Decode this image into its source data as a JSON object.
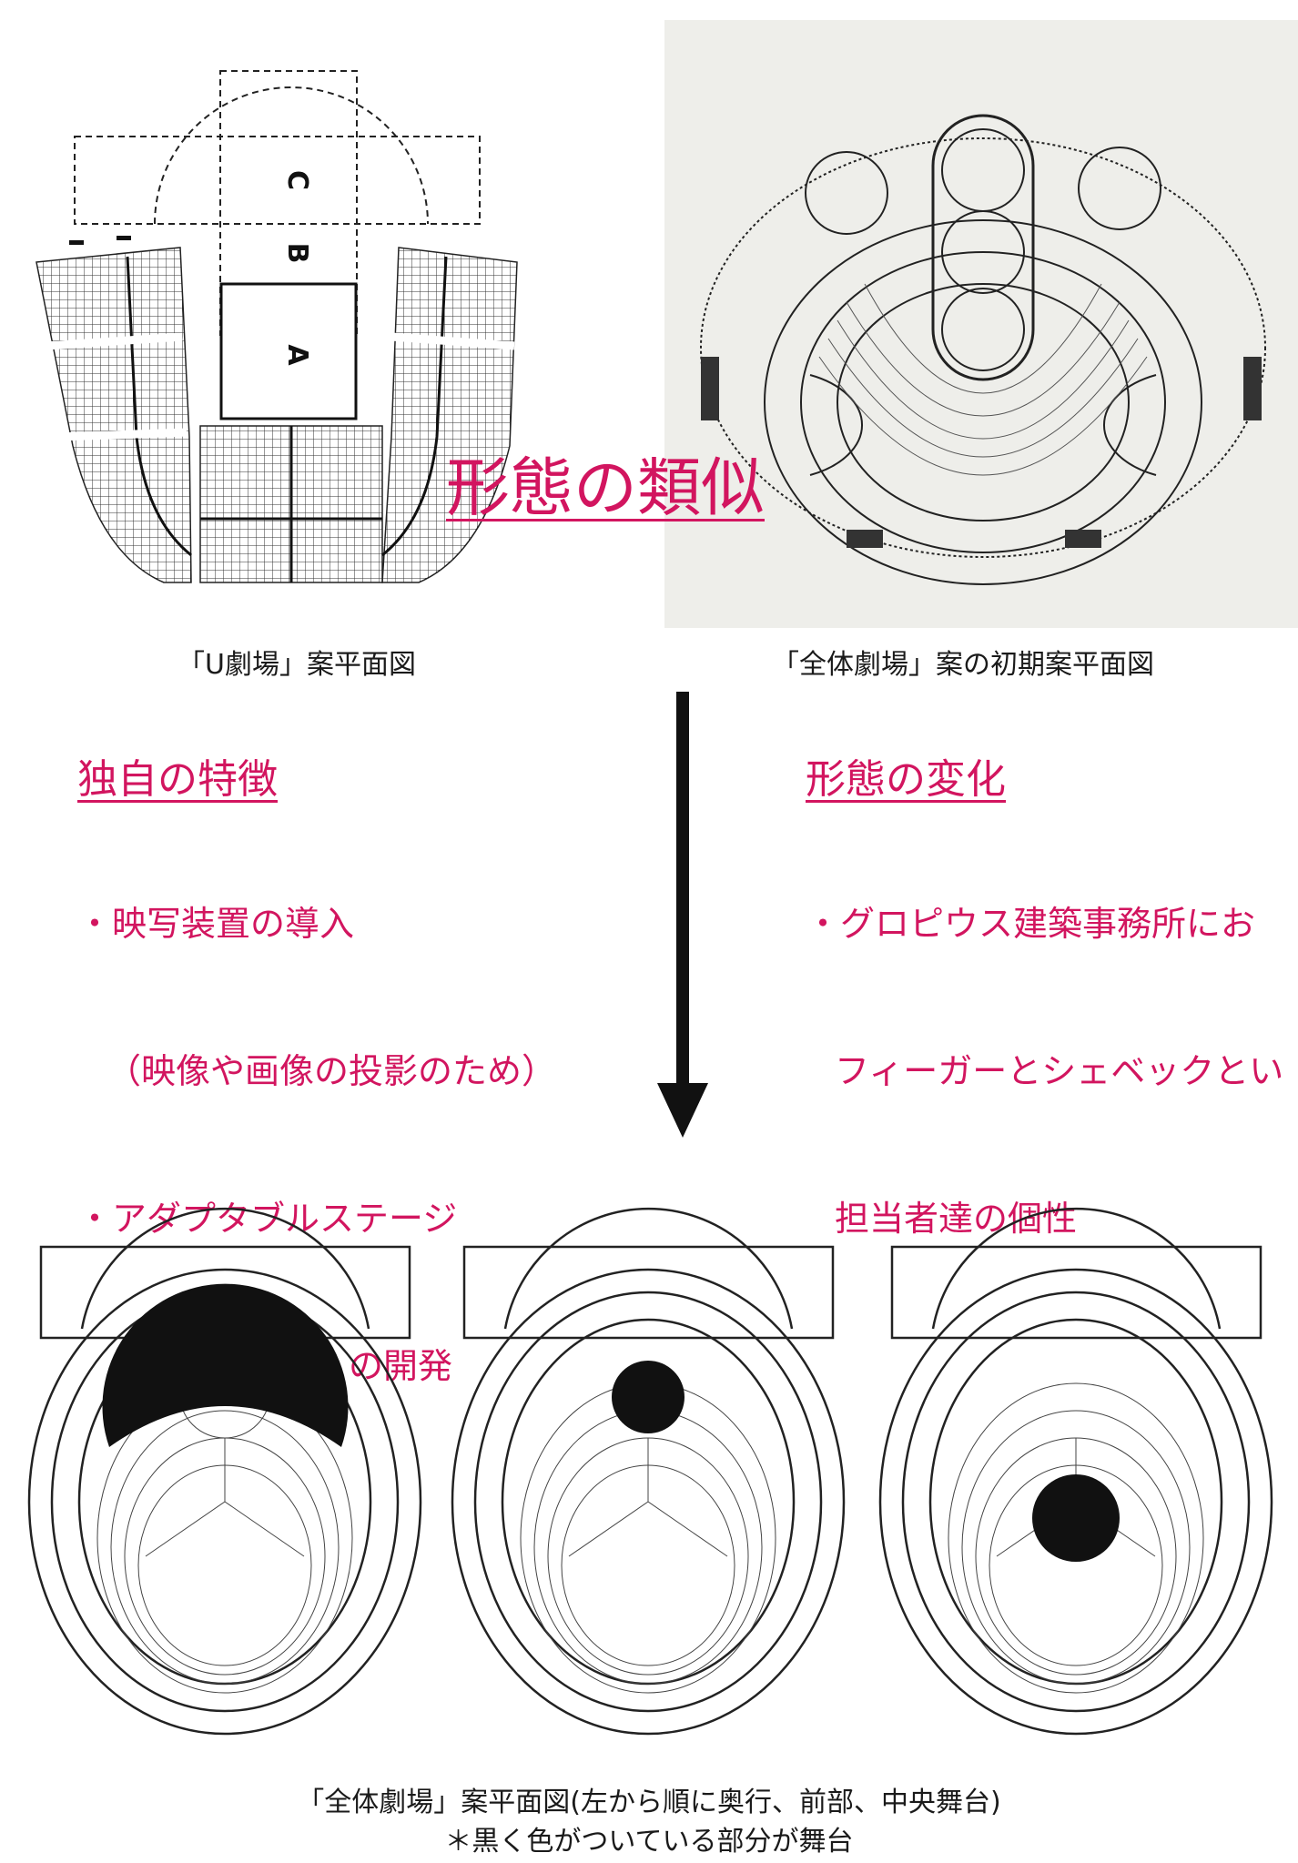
{
  "top_left_plan": {
    "caption": "「U劇場」案平面図",
    "stage_labels": [
      "A",
      "B",
      "C"
    ]
  },
  "top_right_plan": {
    "caption": "「全体劇場」案の初期案平面図"
  },
  "center_heading": "形態の類似",
  "left_panel": {
    "heading": "独自の特徴",
    "items": [
      "・映写装置の導入",
      "（映像や画像の投影のため）",
      "・アダプタブルステージ",
      "（可動式舞台）の開発"
    ]
  },
  "right_panel": {
    "heading": "形態の変化",
    "items": [
      "・グロピウス建築事務所にお",
      "フィーガーとシェベックとい",
      "担当者達の個性"
    ]
  },
  "bottom_caption": {
    "line1": "「全体劇場」案平面図(左から順に奥行、前部、中央舞台)",
    "line2": "＊黒く色がついている部分が舞台"
  },
  "colors": {
    "accent": "#d2155f",
    "ink": "#222222",
    "sketch_bg": "#eeeeea"
  }
}
